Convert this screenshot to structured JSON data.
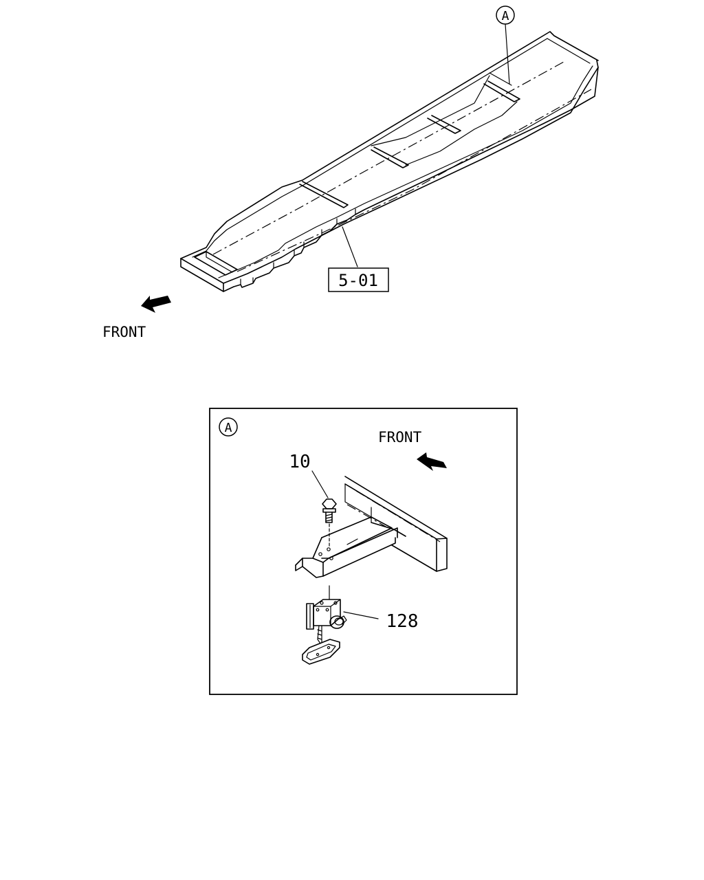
{
  "diagram": {
    "overview": {
      "callout_a": "A",
      "reference_box": "5-01",
      "front_label": "FRONT"
    },
    "detail": {
      "callout_a": "A",
      "front_label": "FRONT",
      "parts": [
        {
          "ref": "10"
        },
        {
          "ref": "128"
        }
      ]
    }
  }
}
